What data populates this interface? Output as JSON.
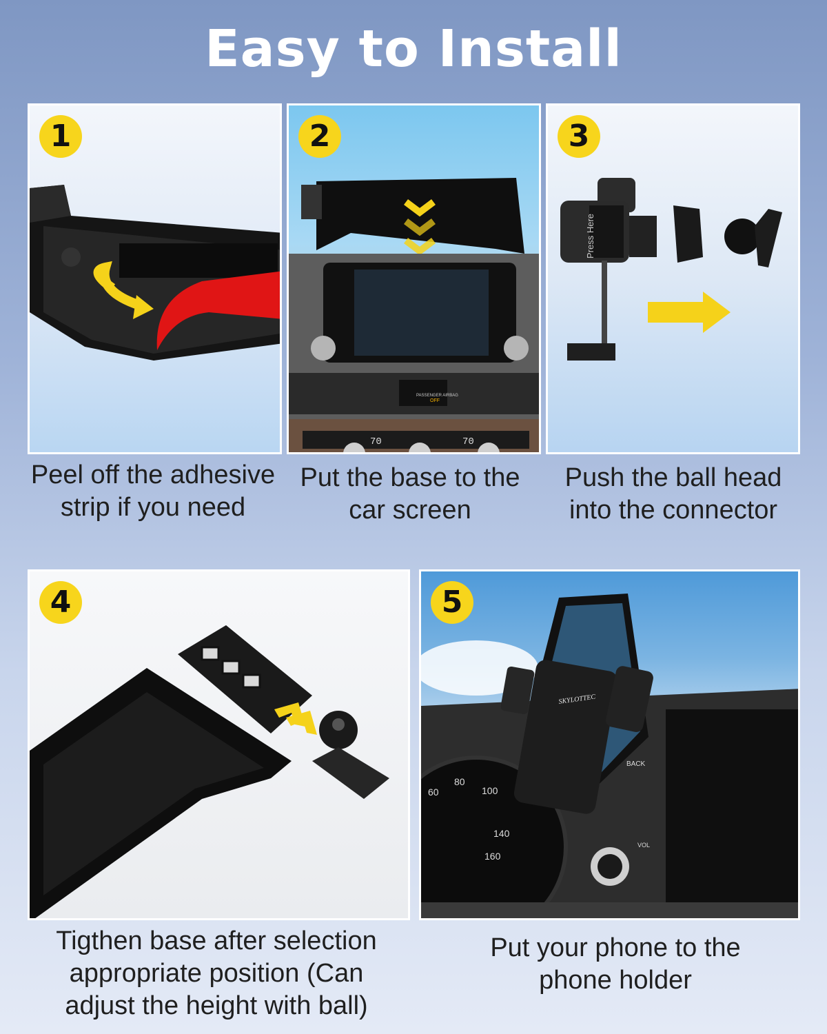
{
  "header": {
    "title": "Easy to Install"
  },
  "steps": [
    {
      "number": "1",
      "caption": "Peel off the adhesive strip if you need"
    },
    {
      "number": "2",
      "caption": "Put the base to the car screen"
    },
    {
      "number": "3",
      "caption": "Push the ball head into the connector"
    },
    {
      "number": "4",
      "caption": "Tigthen base after selection appropriate position (Can adjust the height with ball)"
    },
    {
      "number": "5",
      "caption": "Put your phone to the phone holder"
    }
  ],
  "labels": {
    "press_here": "Press Here",
    "brand": "SKYLOTTEC",
    "back": "BACK",
    "vol": "VOL",
    "speed_60": "60",
    "speed_80": "80",
    "speed_100": "100",
    "speed_140": "140",
    "speed_160": "160",
    "temp_left": "70",
    "temp_right": "70",
    "airbag": "PASSENGER AIRBAG",
    "airbag_off": "OFF"
  },
  "colors": {
    "badge": "#f7d51c",
    "arrow_yellow": "#f5d21a",
    "strip_red": "#e01515"
  },
  "icons": [
    "curved-yellow-arrow-icon",
    "red-peel-arrow-icon",
    "down-chevrons-icon",
    "right-arrow-icon",
    "double-chevron-icon"
  ]
}
